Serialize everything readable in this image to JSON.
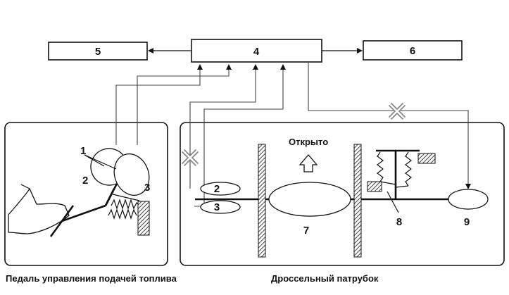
{
  "boxes": {
    "box4": "4",
    "box5": "5",
    "box6": "6"
  },
  "callouts": {
    "c1": "1",
    "c2": "2",
    "c3": "3",
    "c2b": "2",
    "c3b": "3",
    "c7": "7",
    "c8": "8",
    "c9": "9"
  },
  "labels": {
    "open": "Открыто",
    "pedal_caption": "Педаль управления подачей топлива",
    "throttle_caption": "Дроссельный патрубок"
  },
  "colors": {
    "stroke": "#111111",
    "wire": "#444444",
    "hatch": "#555555"
  }
}
